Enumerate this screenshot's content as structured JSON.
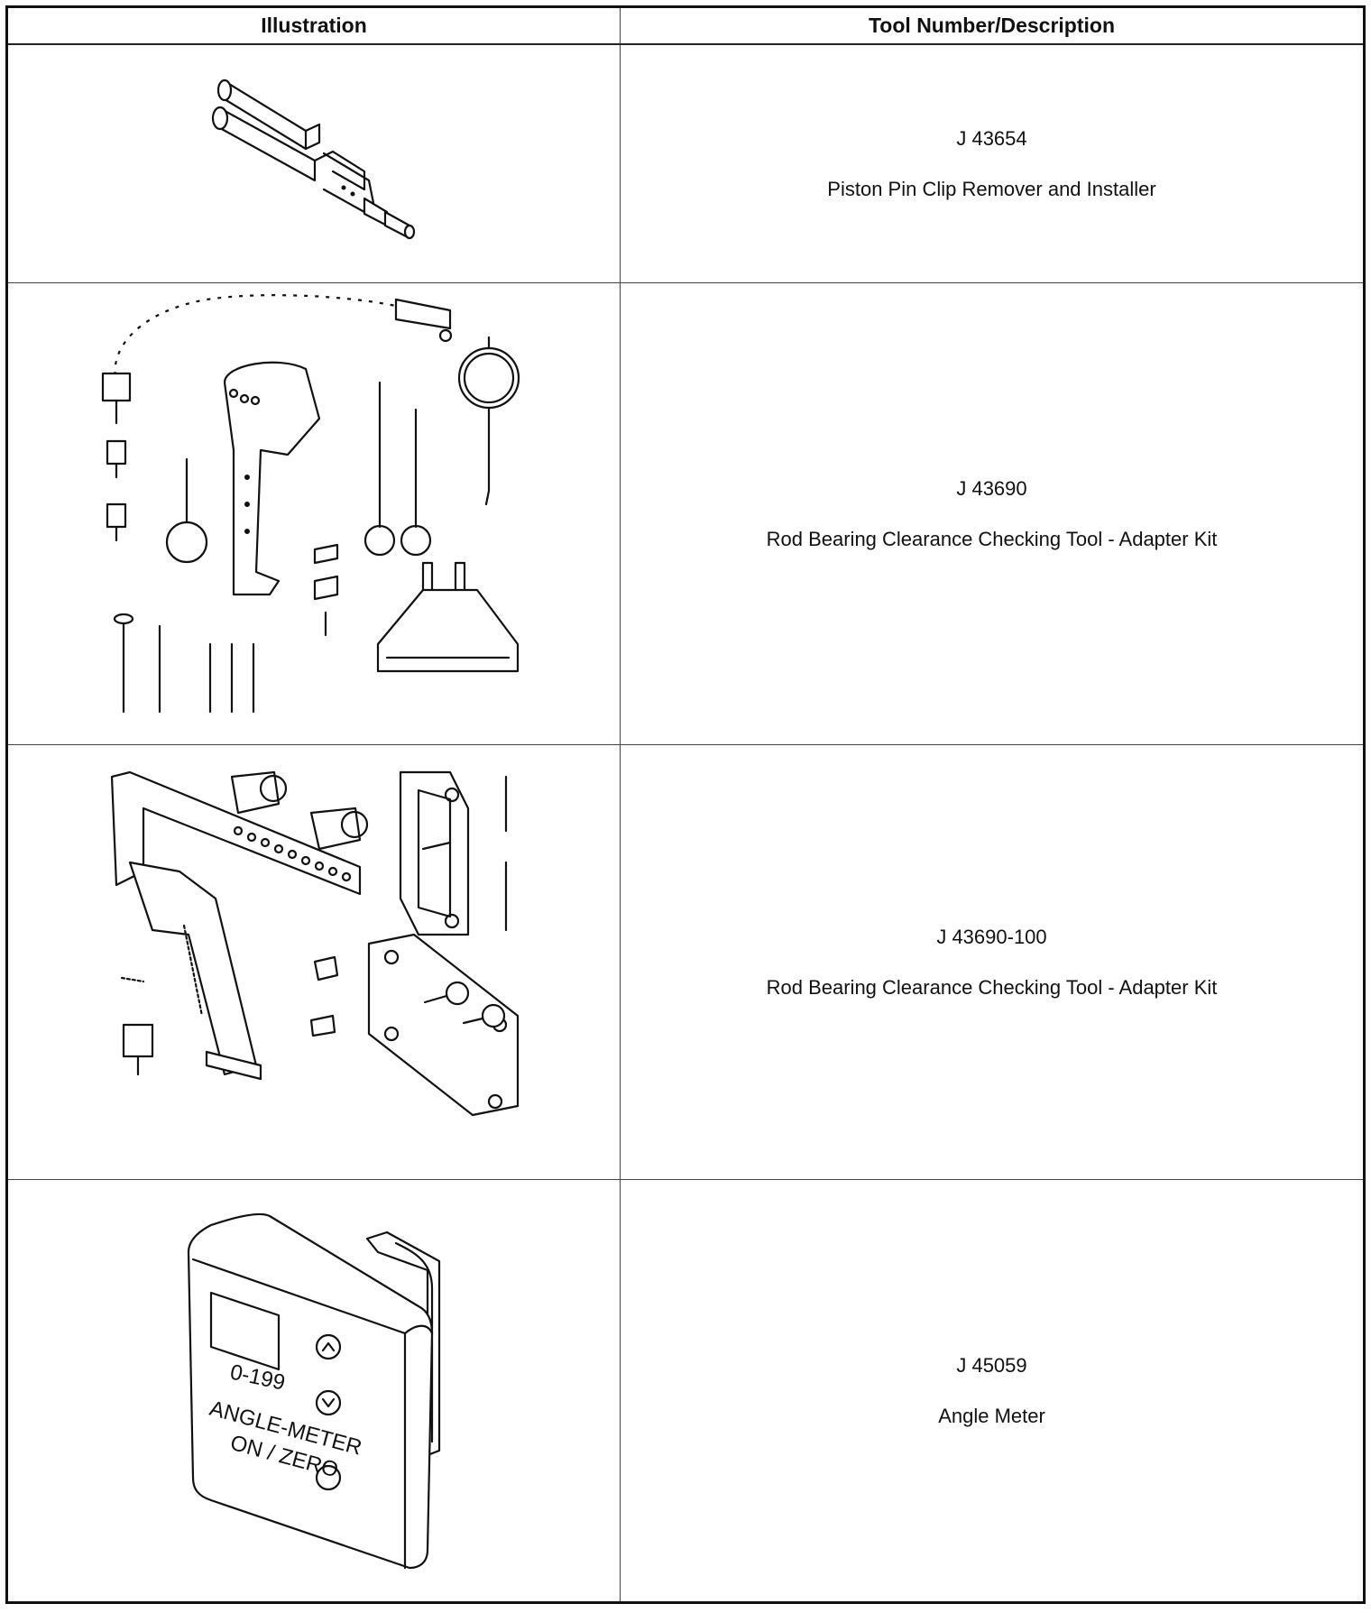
{
  "table": {
    "headers": {
      "illustration": "Illustration",
      "description": "Tool Number/Description"
    },
    "rows": [
      {
        "tool_number": "J 43654",
        "description": "Piston Pin Clip Remover and Installer"
      },
      {
        "tool_number": "J 43690",
        "description": "Rod Bearing Clearance Checking Tool - Adapter Kit"
      },
      {
        "tool_number": "J 43690-100",
        "description": "Rod Bearing Clearance Checking Tool - Adapter Kit"
      },
      {
        "tool_number": "J 45059",
        "description": "Angle Meter"
      }
    ]
  },
  "angle_meter_labels": {
    "range": "0-199",
    "name": "ANGLE-METER",
    "button": "ON / ZERO"
  }
}
